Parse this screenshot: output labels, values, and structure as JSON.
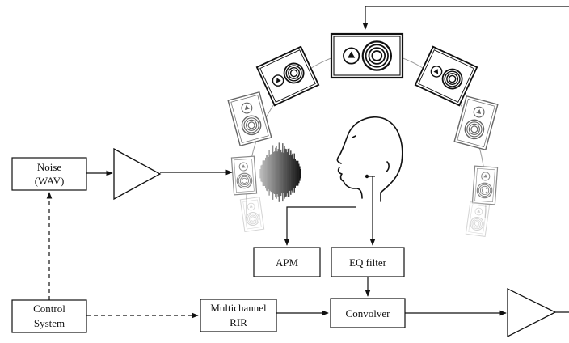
{
  "blocks": {
    "noise": [
      "Noise",
      "(WAV)"
    ],
    "control": [
      "Control",
      "System"
    ],
    "rir": [
      "Multichannel",
      "RIR"
    ],
    "convolver": "Convolver",
    "apm": "APM",
    "eq": "EQ filter"
  },
  "icons": {
    "speaker": "loudspeaker-icon",
    "head": "head-silhouette-icon",
    "amplifier": "amplifier-triangle-icon",
    "waveform": "speech-waveform-icon",
    "microphone": "microphone-icon"
  }
}
